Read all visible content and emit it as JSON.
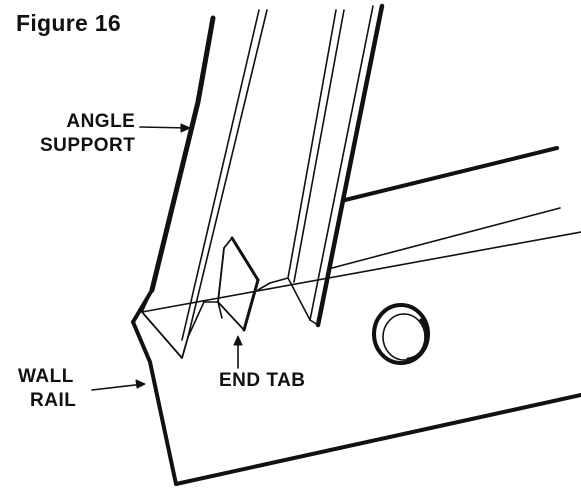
{
  "figure": {
    "title": "Figure 16"
  },
  "labels": {
    "angle_support_line1": "ANGLE",
    "angle_support_line2": "SUPPORT",
    "wall_rail_line1": "WALL",
    "wall_rail_line2": "RAIL",
    "end_tab": "END TAB"
  },
  "colors": {
    "ink": "#111111",
    "background": "#ffffff"
  }
}
